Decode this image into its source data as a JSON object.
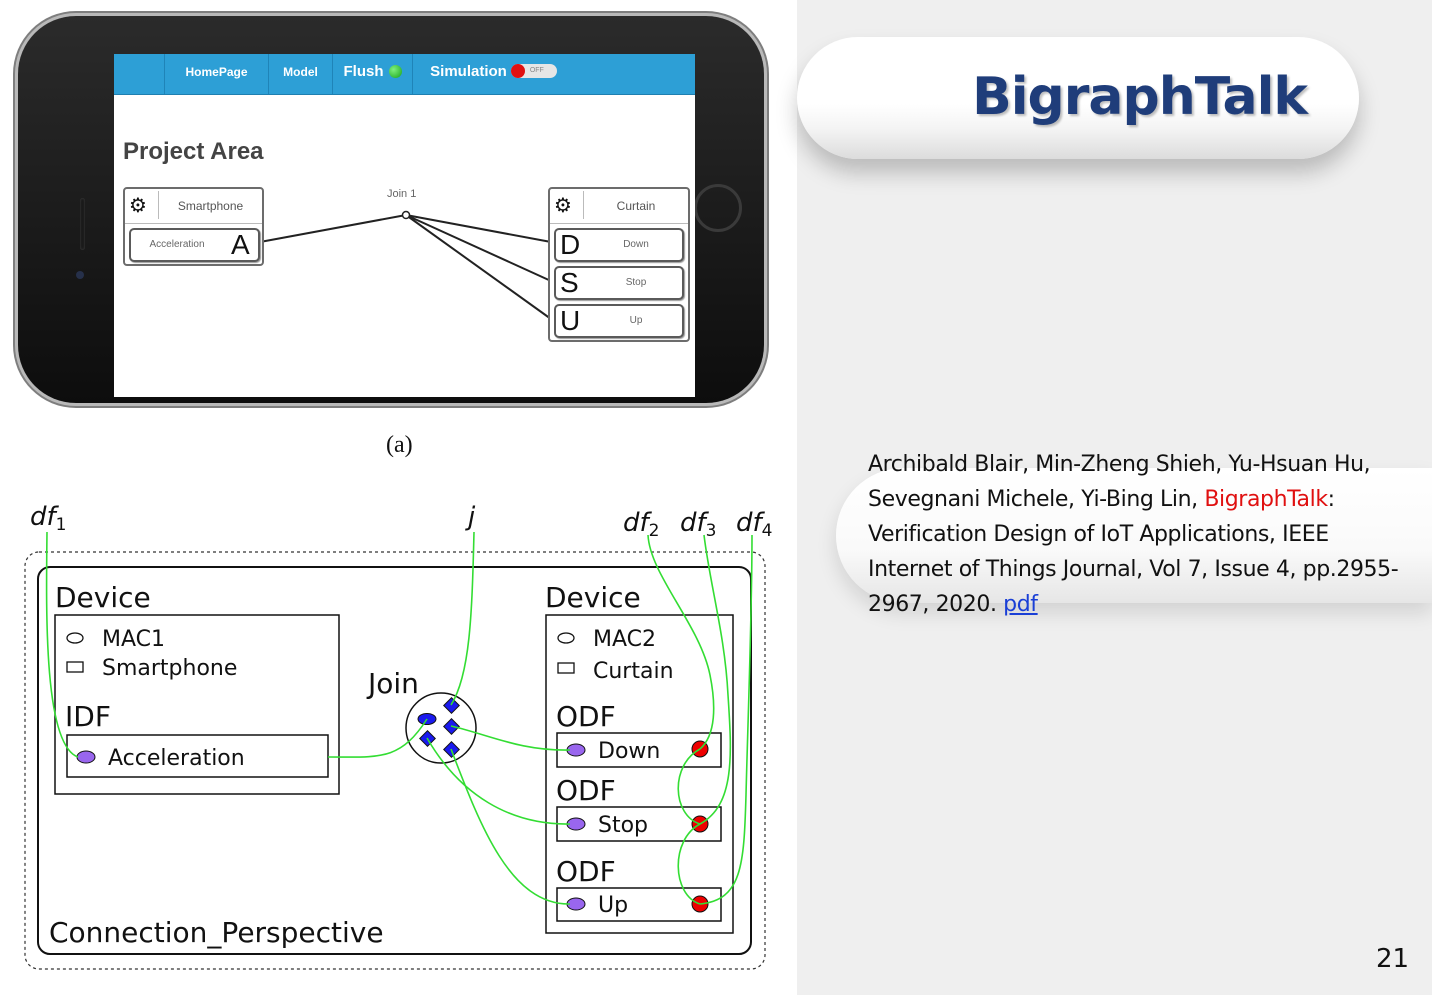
{
  "app": {
    "nav": [
      "HomePage",
      "Model",
      "Flush",
      "Simulation"
    ],
    "toggle_state": "OFF",
    "project_title": "Project Area",
    "join_label": "Join 1",
    "left_device": {
      "name": "Smartphone",
      "feature_name": "Acceleration",
      "feature_letter": "A"
    },
    "right_device": {
      "name": "Curtain",
      "features": [
        {
          "letter": "D",
          "name": "Down"
        },
        {
          "letter": "S",
          "name": "Stop"
        },
        {
          "letter": "U",
          "name": "Up"
        }
      ]
    }
  },
  "caption_a": "(a)",
  "diagram": {
    "labels": {
      "df1": "df",
      "df1_sub": "1",
      "j": "j",
      "df2": "df",
      "df2_sub": "2",
      "df3": "df",
      "df3_sub": "3",
      "df4": "df",
      "df4_sub": "4"
    },
    "left_device_title": "Device",
    "left_mac": "MAC1",
    "left_name": "Smartphone",
    "idf_label": "IDF",
    "idf_feature": "Acceleration",
    "join_label": "Join",
    "right_device_title": "Device",
    "right_mac": "MAC2",
    "right_name": "Curtain",
    "odf_label": "ODF",
    "odf_features": [
      "Down",
      "Stop",
      "Up"
    ],
    "perspective_label": "Connection_Perspective"
  },
  "title": "BigraphTalk",
  "reference": {
    "authors": "Archibald Blair, Min-Zheng Shieh, Yu-Hsuan Hu, Sevegnani Michele, Yi-Bing Lin, ",
    "highlight": "BigraphTalk",
    "rest": ": Verification Design of IoT Applications, IEEE Internet of Things Journal, Vol 7, Issue 4, pp.2955-2967, 2020. ",
    "link_text": "pdf"
  },
  "page_number": "21",
  "colors": {
    "title": "#1f3d7a",
    "link": "#1a3fd6",
    "highlight": "#e01010",
    "app_bar": "#2d9fd6",
    "wire": "#33dd33"
  }
}
